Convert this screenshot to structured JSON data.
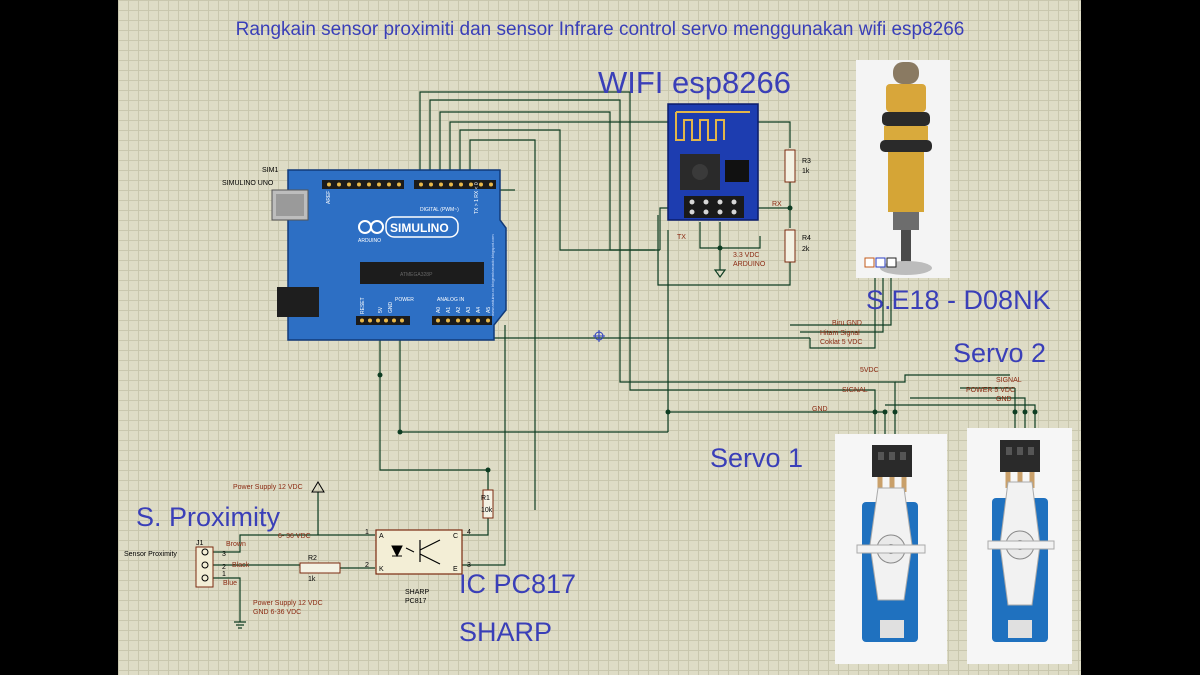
{
  "title": "Rangkain sensor proximiti dan sensor Infrare control servo menggunakan wifi esp8266",
  "labels": {
    "wifi": "WIFI esp8266",
    "ir_sensor": "S.E18 - D08NK",
    "servo2": "Servo 2",
    "servo1": "Servo 1",
    "proximity": "S. Proximity",
    "ic1": "IC PC817",
    "ic2": "SHARP"
  },
  "arduino": {
    "ref": "SIM1",
    "name": "SIMULINO UNO",
    "logo": "SIMULINO",
    "brand": "ARDUINO",
    "digital": "DIGITAL (PWM~)",
    "power": "POWER",
    "analog": "ANALOG IN",
    "aref": "AREF",
    "reset": "RESET",
    "v5": "5V",
    "gnd": "GND",
    "txrx": "TX > 1 RX < 0",
    "analog_pins": [
      "A0",
      "A1",
      "A2",
      "A3",
      "A4",
      "A5"
    ],
    "site": "www.arduino.cc blogembarcado.blogspot.com",
    "chip": "ATMEGA328P"
  },
  "esp": {
    "tx": "TX",
    "rx": "RX",
    "supply": "3.3 VDC",
    "supply2": "ARDUINO"
  },
  "resistors": {
    "r1": {
      "name": "R1",
      "value": "10k"
    },
    "r2": {
      "name": "R2",
      "value": "1k"
    },
    "r3": {
      "name": "R3",
      "value": "1k"
    },
    "r4": {
      "name": "R4",
      "value": "2k"
    }
  },
  "ir_wires": {
    "w1": "Biru GND",
    "w2": "Hitam Signal",
    "w3": "Coklat 5 VDC"
  },
  "servo1_wires": {
    "v5": "5VDC",
    "signal": "SIGNAL",
    "gnd": "GND"
  },
  "servo2_wires": {
    "signal": "SIGNAL",
    "power": "POWER 5 VDC",
    "gnd": "GND"
  },
  "proximity": {
    "ref": "J1",
    "name": "Sensor Proximity",
    "pins": [
      "3",
      "2",
      "1"
    ],
    "wires": [
      "Brown",
      "Black",
      "Blue"
    ],
    "supply_top": "Power Supply 12 VDC",
    "range_top": "6- 36 VDC",
    "supply_bottom": "Power Supply 12 VDC",
    "range_bottom": "GND 6-36 VDC"
  },
  "optocoupler": {
    "maker": "SHARP",
    "part": "PC817",
    "pin1": "1",
    "pin2": "2",
    "pin3": "3",
    "pin4": "4",
    "A": "A",
    "K": "K",
    "C": "C",
    "E": "E"
  }
}
